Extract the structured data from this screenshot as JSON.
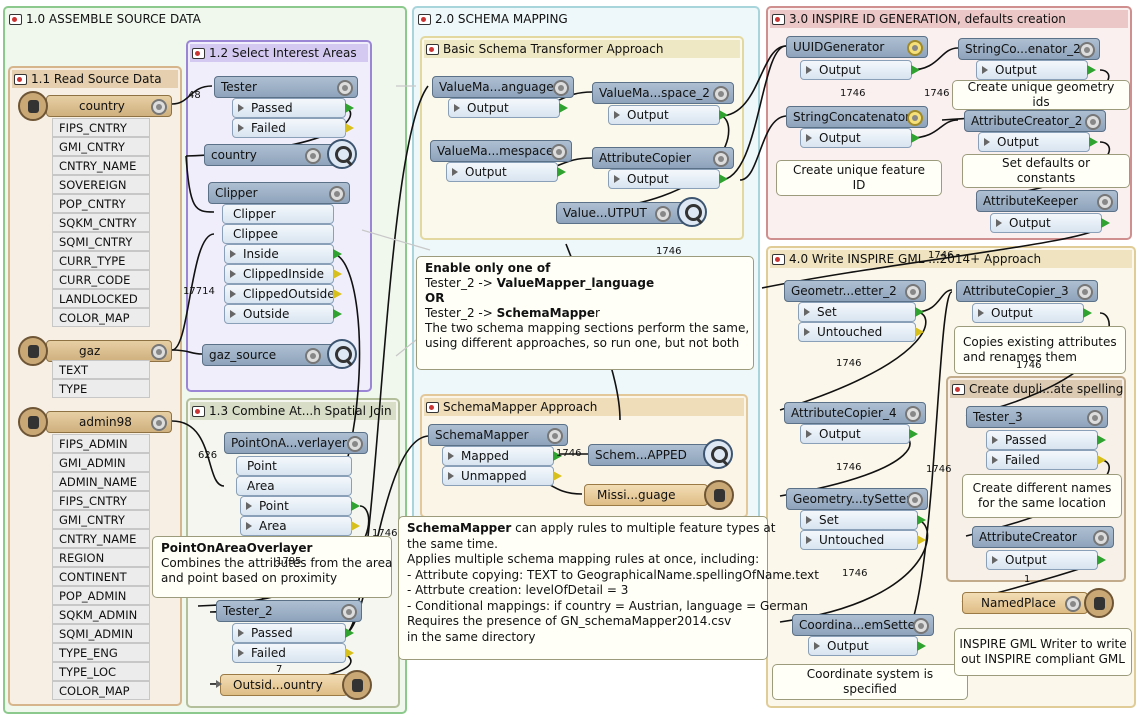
{
  "bookmarks": {
    "b10": "1.0 ASSEMBLE SOURCE DATA",
    "b11": "1.1 Read Source Data",
    "b12": "1.2 Select Interest Areas",
    "b13": "1.3 Combine At...h Spatial Join",
    "b20": "2.0 SCHEMA MAPPING",
    "b21": "Basic Schema Transformer Approach",
    "b22": "SchemaMapper Approach",
    "b30": "3.0 INSPIRE ID GENERATION, defaults creation",
    "b40": "4.0 Write INSPIRE GML ...2014+ Approach",
    "b41": "Create dupli...ate spelling"
  },
  "readers": {
    "country": {
      "name": "country",
      "attrs": [
        "FIPS_CNTRY",
        "GMI_CNTRY",
        "CNTRY_NAME",
        "SOVEREIGN",
        "POP_CNTRY",
        "SQKM_CNTRY",
        "SQMI_CNTRY",
        "CURR_TYPE",
        "CURR_CODE",
        "LANDLOCKED",
        "COLOR_MAP"
      ]
    },
    "gaz": {
      "name": "gaz",
      "attrs": [
        "TEXT",
        "TYPE"
      ]
    },
    "admin98": {
      "name": "admin98",
      "attrs": [
        "FIPS_ADMIN",
        "GMI_ADMIN",
        "ADMIN_NAME",
        "FIPS_CNTRY",
        "GMI_CNTRY",
        "CNTRY_NAME",
        "REGION",
        "CONTINENT",
        "POP_ADMIN",
        "SQKM_ADMIN",
        "SQMI_ADMIN",
        "TYPE_ENG",
        "TYPE_LOC",
        "COLOR_MAP"
      ]
    }
  },
  "transformers": {
    "tester": "Tester",
    "country_insp": "country",
    "clipper": "Clipper",
    "gaz_source": "gaz_source",
    "pointonarea": "PointOnA...verlayer",
    "tester2": "Tester_2",
    "outside_writer": "Outsid...ountry",
    "vm_language": "ValueMa...anguage",
    "vm_space2": "ValueMa...space_2",
    "vm_mespace": "ValueMa...mespace",
    "attrcopier": "AttributeCopier",
    "value_output": "Value...UTPUT",
    "schemamapper": "SchemaMapper",
    "schem_mapped": "Schem...APPED",
    "missi_guage": "Missi...guage",
    "uuid": "UUIDGenerator",
    "strconcat": "StringConcatenator",
    "strco2": "StringCo...enator_2",
    "attrcreator2": "AttributeCreator_2",
    "attrkeeper": "AttributeKeeper",
    "geometr2": "Geometr...etter_2",
    "attrcopier4": "AttributeCopier_4",
    "geomty": "Geometry...tySetter",
    "coordina": "Coordina...emSetter",
    "attrcopier3": "AttributeCopier_3",
    "tester3": "Tester_3",
    "attrcreator": "AttributeCreator",
    "namedplace": "NamedPlace"
  },
  "ports": {
    "passed": "Passed",
    "failed": "Failed",
    "clipper": "Clipper",
    "clippee": "Clippee",
    "inside": "Inside",
    "clippedinside": "ClippedInside",
    "clippedoutside": "ClippedOutside",
    "outside": "Outside",
    "point": "Point",
    "area": "Area",
    "output": "Output",
    "mapped": "Mapped",
    "unmapped": "Unmapped",
    "set": "Set",
    "untouched": "Untouched"
  },
  "counts": {
    "c48": "48",
    "c17714": "17714",
    "c626": "626",
    "c1746": "1746",
    "c7": "7",
    "c1": "1",
    "c1795": "1795"
  },
  "notes": {
    "enable": {
      "l1": "Enable only one of",
      "l2a": "Tester_2  -> ",
      "l2b": "ValueMapper_language",
      "l3": "OR",
      "l4a": "Tester_2 -> ",
      "l4b": "SchemaMappe",
      "l4c": "r",
      "l5": "The two schema mapping sections perform the same,",
      "l6": "using different approaches, so run one, but not both"
    },
    "pointonarea": {
      "l1": "PointOnAreaOverlayer",
      "l2": "Combines the attributes from the area",
      "l3": "and point based on proximity"
    },
    "schemamapper": {
      "l1a": "SchemaMapper",
      "l1b": " can apply rules to multiple feature types at",
      "l2": "the same time.",
      "l3": "Applies multiple schema mapping rules at once, including:",
      "l4": "- Attribute copying: TEXT to GeographicalName.spellingOfName.text",
      "l5": "- Attrbute creation: levelOfDetail = 3",
      "l6": "- Conditional mappings: if country = Austrian, language = German",
      "l7": "Requires the presence of GN_schemaMapper2014.csv",
      "l8": "in the same directory"
    },
    "unique_feature": "Create unique feature ID",
    "unique_geom": "Create unique geometry ids",
    "defaults": "Set defaults or constants",
    "copies": {
      "l1": "Copies existing attributes",
      "l2": "and renames them"
    },
    "diffnames": {
      "l1": "Create different names",
      "l2": "for the same location"
    },
    "coord": "Coordinate system is specified",
    "inspire": {
      "l1": "INSPIRE GML Writer to write",
      "l2": "out INSPIRE compliant GML"
    }
  },
  "colors": {
    "green": "#8cc98c",
    "purple": "#9b86d6",
    "olive": "#b3bf9a",
    "blue": "#a8d4dc",
    "beige": "#e3d9a0",
    "tan": "#d8b680",
    "red": "#cf8f8f",
    "brown": "#c2ab8b"
  }
}
